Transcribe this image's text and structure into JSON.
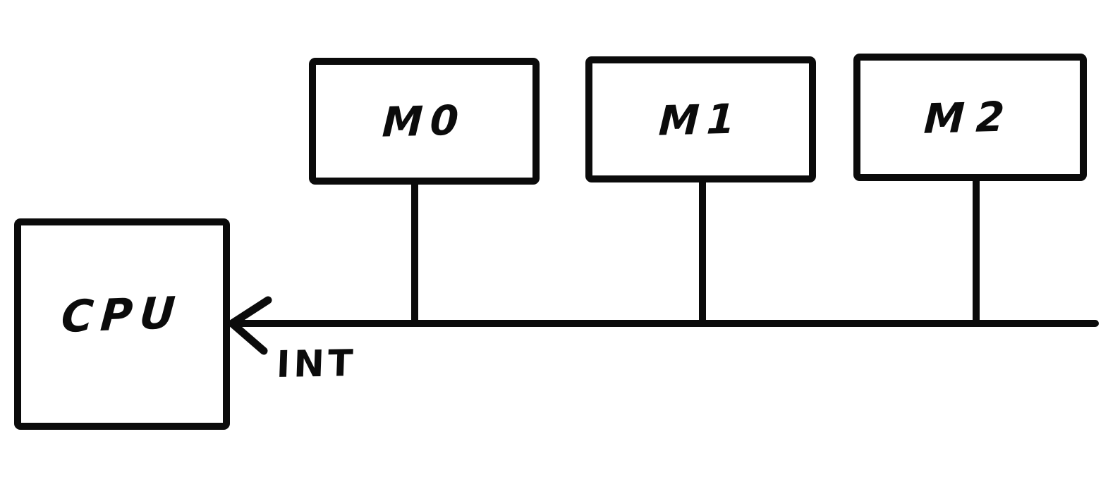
{
  "diagram": {
    "cpu": {
      "label": "CPU"
    },
    "modules": [
      {
        "id": "m0",
        "label": "M0"
      },
      {
        "id": "m1",
        "label": "M1"
      },
      {
        "id": "m2",
        "label": "M2"
      }
    ],
    "bus": {
      "signal_label": "INT",
      "arrowhead_icon": "left-arrowhead-into-cpu"
    },
    "colors": {
      "stroke": "#0b0b0b",
      "background": "#ffffff"
    }
  }
}
